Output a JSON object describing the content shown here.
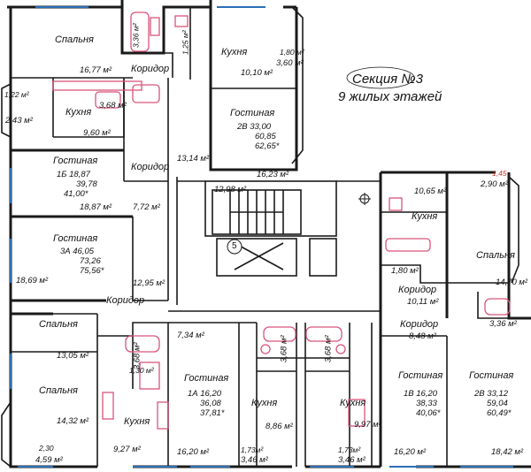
{
  "section_title": "Секция №3",
  "floors_note": "9 жилых этажей",
  "stair_number": "5",
  "colors": {
    "wall": "#1a1a1a",
    "bath": "#d9547a",
    "window": "#2b6fb6",
    "highlight": "#c0392b",
    "background": "#ffffff"
  },
  "labels": {
    "spalnya_top": "Спальня",
    "area_16_77": "16,77 м²",
    "koridor_top": "Коридор",
    "area_3_36_top": "3,36 м²",
    "area_1_25": "1,25 м²",
    "kukhnya_top": "Кухня",
    "area_1_80_top": "1,80 м²",
    "area_3_60": "3,60 м²",
    "area_10_10": "10,10 м²",
    "area_1_22": "1,22 м²",
    "area_2_43": "2,43 м²",
    "kukhnya_left": "Кухня",
    "area_3_68_left": "3,68 м²",
    "area_9_60": "9,60 м²",
    "gostinaya_top": "Гостиная",
    "apt_2v_top": [
      "2В",
      "33,00",
      "60,85",
      "62,65*"
    ],
    "area_13_14": "13,14 м²",
    "area_16_23": "16,23 м²",
    "area_12_98": "12,98 м²",
    "gostinaya_1b": "Гостиная",
    "koridor_1b": "Коридор",
    "apt_1b_left": [
      "1Б",
      "18,87",
      "39,78",
      "41,00*"
    ],
    "area_18_87": "18,87 м²",
    "area_7_72": "7,72 м²",
    "gostinaya_3a": "Гостиная",
    "apt_3a": [
      "3А",
      "46,05",
      "73,26",
      "75,56*"
    ],
    "area_18_69": "18,69 м²",
    "area_12_95": "12,95 м²",
    "koridor_3a": "Коридор",
    "spalnya_3a_1": "Спальня",
    "area_13_05": "13,05 м²",
    "spalnya_3a_2": "Спальня",
    "area_14_32": "14,32 м²",
    "area_2_30": "2,30",
    "area_4_59": "4,59 м²",
    "area_3_68_bl": "3,68 м²",
    "area_1_30": "1,30 м²",
    "kukhnya_1a": "Кухня",
    "area_9_27": "9,27 м²",
    "area_7_34": "7,34 м²",
    "gostinaya_1a": "Гостиная",
    "apt_1a": [
      "1А",
      "16,20",
      "36,08",
      "37,81*"
    ],
    "area_16_20_1a": "16,20 м²",
    "area_3_68_c1": "3,68 м²",
    "area_3_68_c2": "3,68 м²",
    "kukhnya_c1": "Кухня",
    "kukhnya_c2": "Кухня",
    "area_8_86": "8,86 м²",
    "area_9_97": "9,97 м²",
    "area_1_73_a": "1,73м²",
    "area_3_46_a": "3,46 м²",
    "area_1_73_b": "1,73м²",
    "area_3_46_b": "3,46 м²",
    "area_1_45": "1,45",
    "area_2_90": "2,90 м²",
    "area_10_65": "10,65 м²",
    "kukhnya_right": "Кухня",
    "spalnya_right": "Спальня",
    "area_14_70": "14,70 м²",
    "area_1_80_right": "1,80 м²",
    "koridor_right_1": "Коридор",
    "area_10_11": "10,11 м²",
    "koridor_right_2": "Коридор",
    "area_8_48": "8,48 м²",
    "area_3_36_right": "3,36 м²",
    "gostinaya_1b_right": "Гостиная",
    "apt_1b_right": [
      "1В",
      "16,20",
      "38,33",
      "40,06*"
    ],
    "area_16_20_right": "16,20 м²",
    "gostinaya_2v_right": "Гостиная",
    "apt_2v_right": [
      "2В",
      "33,12",
      "59,04",
      "60,49*"
    ],
    "area_18_42": "18,42 м²"
  }
}
